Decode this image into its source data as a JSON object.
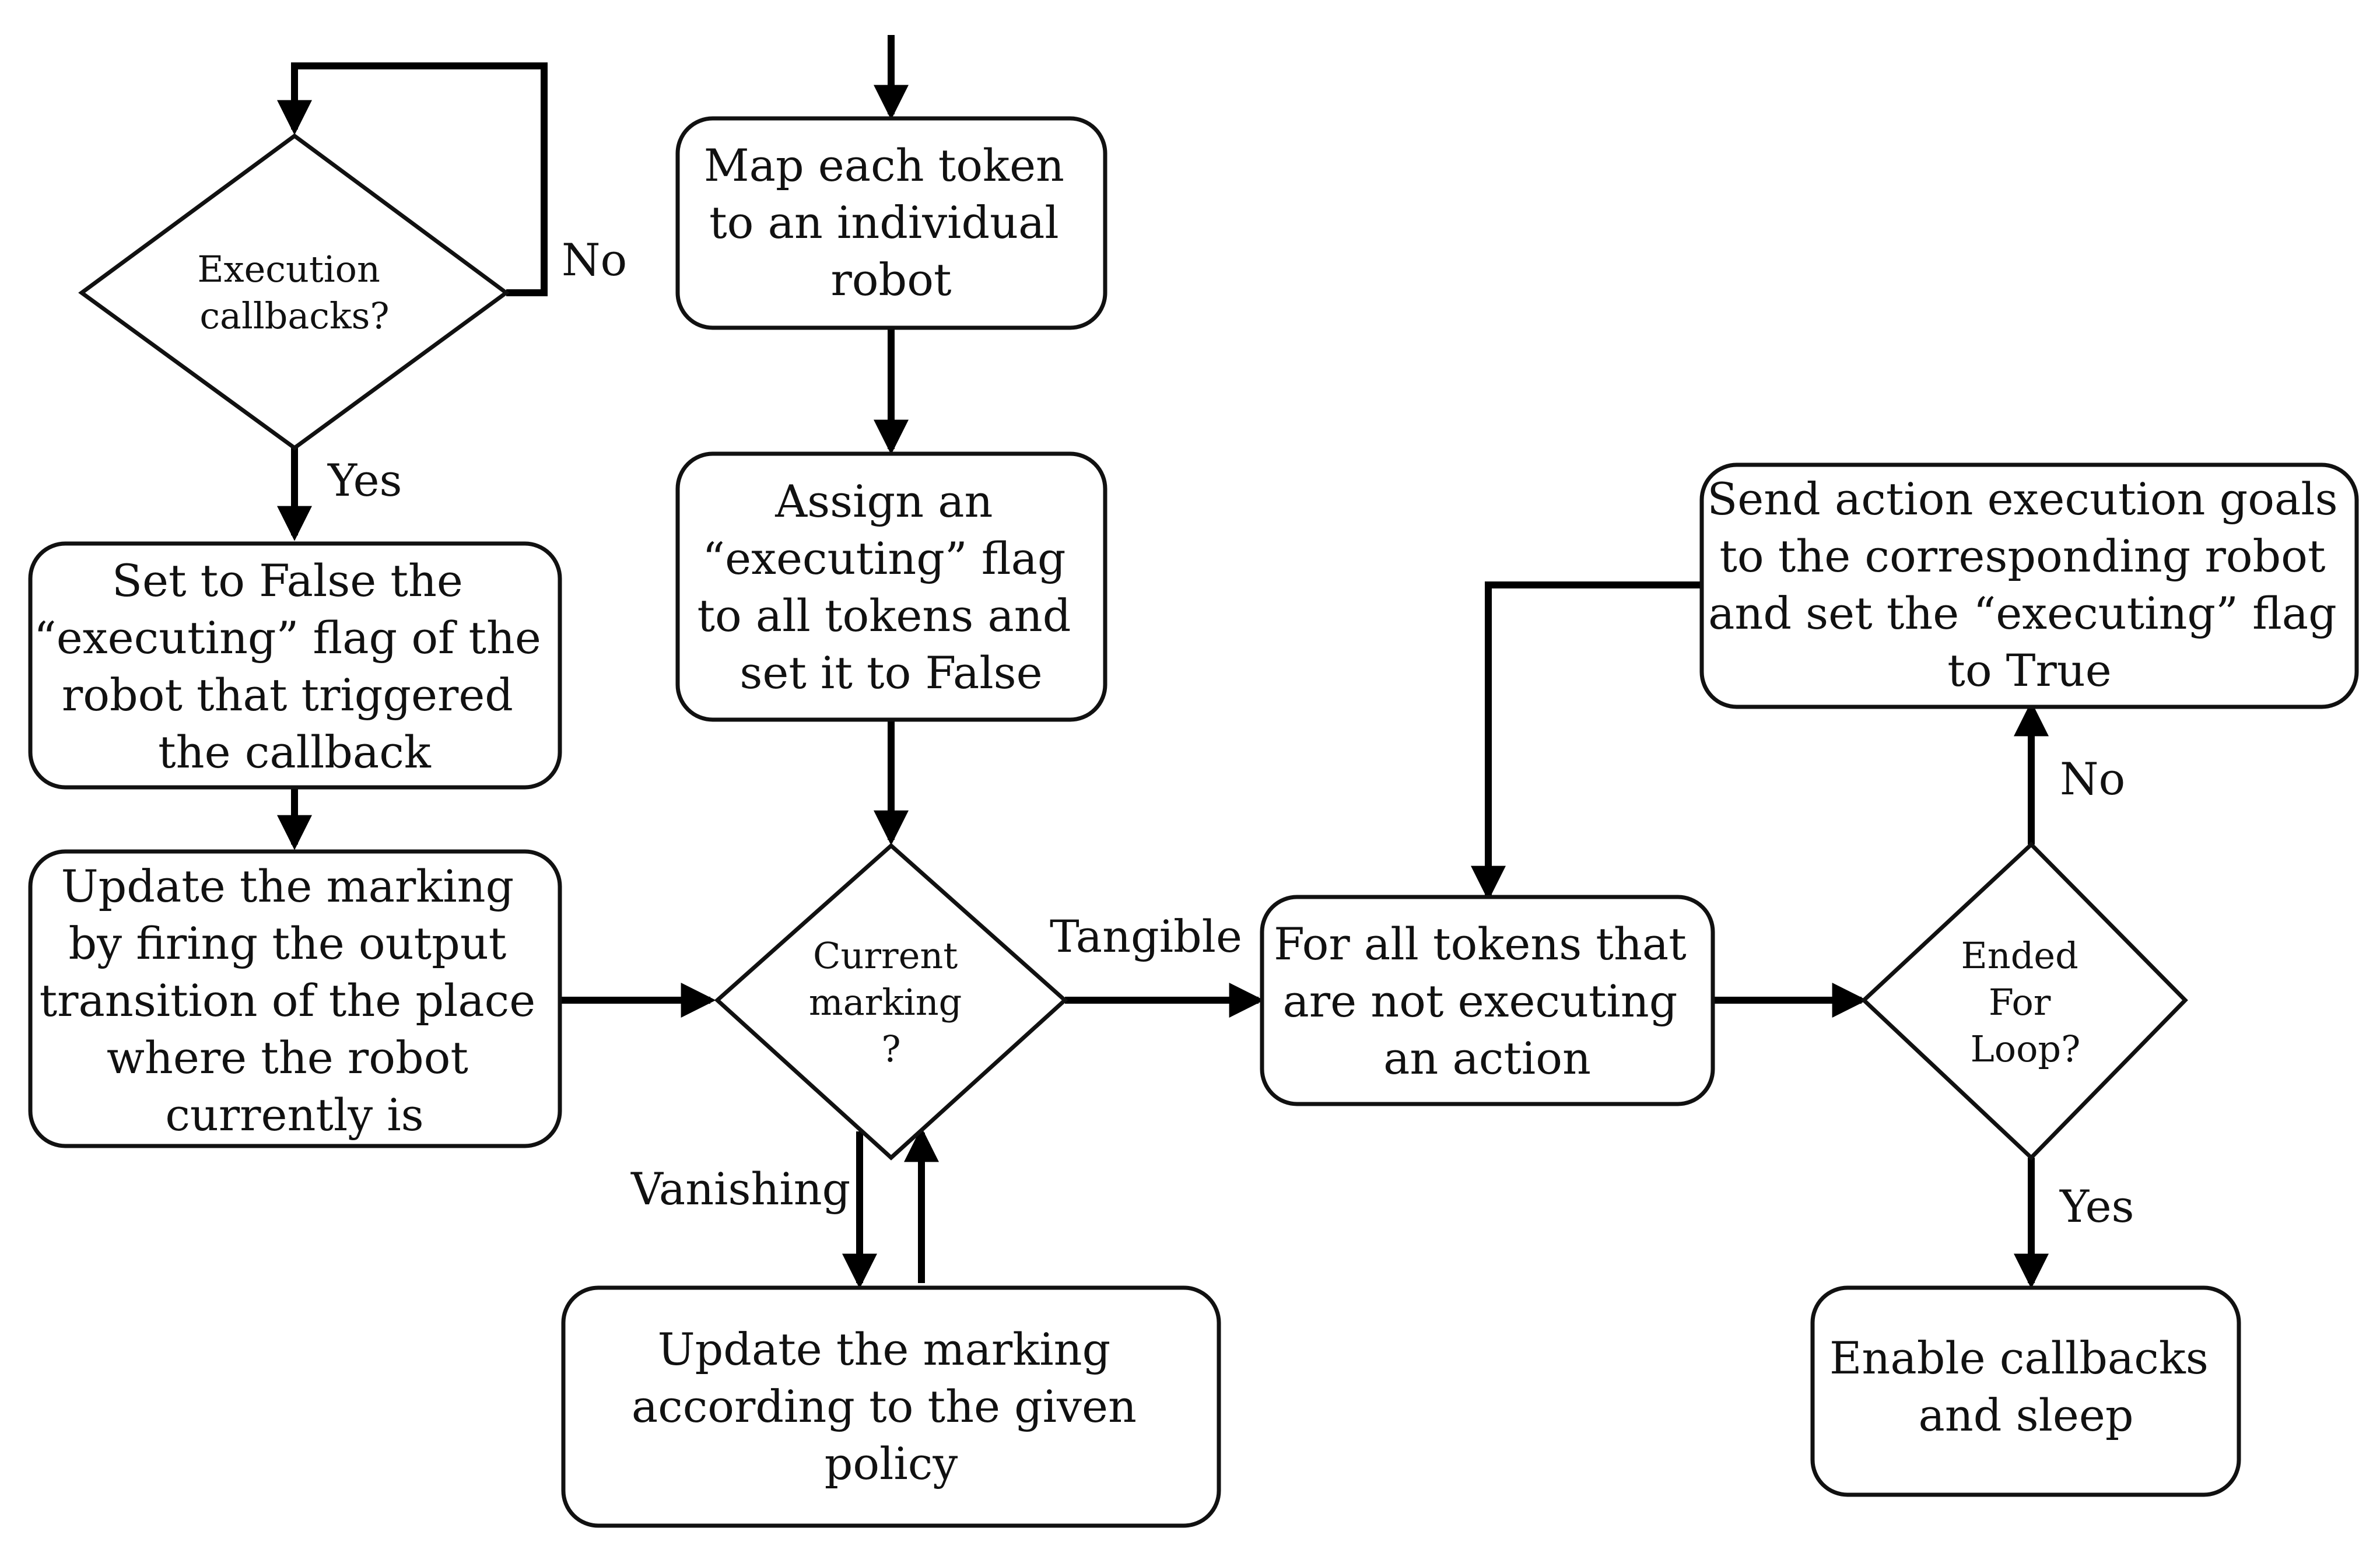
{
  "nodes": {
    "map_tokens": {
      "lines": [
        "Map each token",
        "to an individual",
        "robot"
      ]
    },
    "assign_flag": {
      "lines": [
        "Assign an",
        "“executing” flag",
        "to all tokens and",
        "set it to False"
      ]
    },
    "execution_callbacks": {
      "lines": [
        "Execution",
        "callbacks?"
      ]
    },
    "set_false": {
      "lines": [
        "Set to False the",
        "“executing” flag of the",
        "robot that triggered",
        "the callback"
      ]
    },
    "update_marking_fire": {
      "lines": [
        "Update the marking",
        "by firing the output",
        "transition of the place",
        "where the robot",
        "currently is"
      ]
    },
    "current_marking": {
      "lines": [
        "Current",
        "marking",
        "?"
      ]
    },
    "update_marking_policy": {
      "lines": [
        "Update the marking",
        "according to the given",
        "policy"
      ]
    },
    "for_all_tokens": {
      "lines": [
        "For all tokens that",
        "are not executing",
        "an action"
      ]
    },
    "send_goals": {
      "lines": [
        "Send action execution goals",
        "to the corresponding robot",
        "and set the “executing” flag",
        "to True"
      ]
    },
    "ended_loop": {
      "lines": [
        "Ended",
        "For",
        "Loop?"
      ]
    },
    "enable_callbacks": {
      "lines": [
        "Enable callbacks",
        "and sleep"
      ]
    }
  },
  "edge_labels": {
    "callbacks_no": "No",
    "callbacks_yes": "Yes",
    "tangible": "Tangible",
    "vanishing": "Vanishing",
    "loop_no": "No",
    "loop_yes": "Yes"
  }
}
